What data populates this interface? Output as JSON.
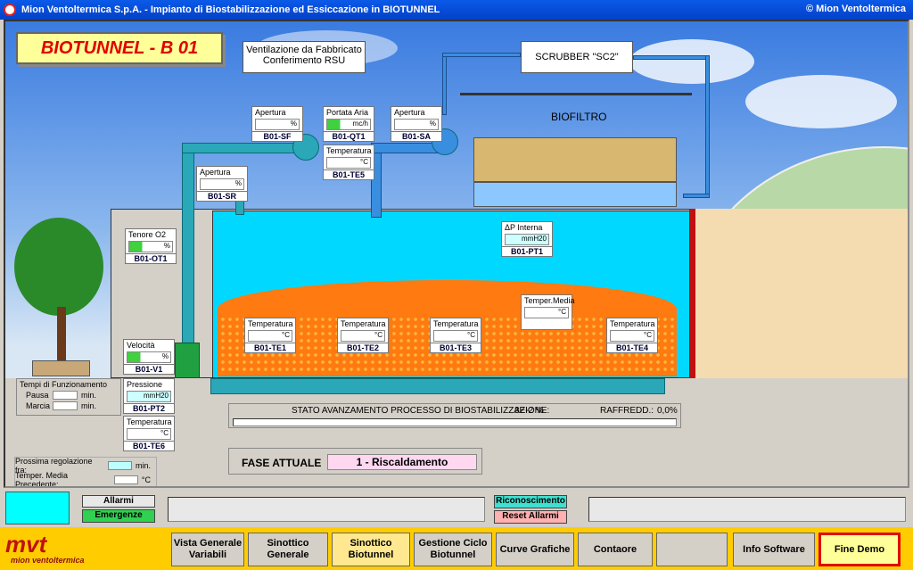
{
  "window": {
    "title": "Mion Ventoltermica S.p.A. - Impianto di Biostabilizzazione ed Essiccazione in BIOTUNNEL",
    "brand_right": "© Mion Ventoltermica"
  },
  "plant": {
    "title": "BIOTUNNEL - B 01",
    "ventilation_label": "Ventilazione da Fabbricato Conferimento RSU",
    "scrubber_label": "SCRUBBER \"SC2\"",
    "biofilter_label": "BIOFILTRO"
  },
  "instruments": {
    "sf": {
      "caption": "Apertura",
      "value": "%",
      "tag": "B01-SF"
    },
    "qt1": {
      "caption": "Portata Aria",
      "value": "mc/h",
      "tag": "B01-QT1"
    },
    "sa": {
      "caption": "Apertura",
      "value": "%",
      "tag": "B01-SA"
    },
    "te5": {
      "caption": "Temperatura",
      "value": "°C",
      "tag": "B01-TE5"
    },
    "sr": {
      "caption": "Apertura",
      "value": "%",
      "tag": "B01-SR"
    },
    "ot1": {
      "caption": "Tenore O2",
      "value": "%",
      "tag": "B01-OT1"
    },
    "pt1": {
      "caption": "ΔP Interna",
      "value": "mmH20",
      "tag": "B01-PT1"
    },
    "tmedia": {
      "caption": "Temper.Media",
      "value": "°C"
    },
    "te1": {
      "caption": "Temperatura",
      "value": "°C",
      "tag": "B01-TE1"
    },
    "te2": {
      "caption": "Temperatura",
      "value": "°C",
      "tag": "B01-TE2"
    },
    "te3": {
      "caption": "Temperatura",
      "value": "°C",
      "tag": "B01-TE3"
    },
    "te4": {
      "caption": "Temperatura",
      "value": "°C",
      "tag": "B01-TE4"
    },
    "v1": {
      "caption": "Velocità",
      "value": "%",
      "tag": "B01-V1"
    },
    "pt2": {
      "caption": "Pressione",
      "value": "mmH20",
      "tag": "B01-PT2"
    },
    "te6": {
      "caption": "Temperatura",
      "value": "°C",
      "tag": "B01-TE6"
    }
  },
  "timing": {
    "title": "Tempi di Funzionamento",
    "pausa": "Pausa",
    "marcia": "Marcia",
    "unit": "min."
  },
  "progress": {
    "label": "STATO AVANZAMENTO PROCESSO DI BIOSTABILIZZAZIONE:",
    "value": "3E-2 %",
    "raff_label": "RAFFREDD.:",
    "raff_value": "0,0%"
  },
  "phase": {
    "label": "FASE ATTUALE",
    "value": "1 - Riscaldamento"
  },
  "regulation": {
    "next_label": "Prossima regolazione fra:",
    "next_unit": "min.",
    "prev_label": "Temper. Media Precedente:",
    "prev_unit": "°C"
  },
  "alarms": {
    "allarmi": "Allarmi",
    "emergenze": "Emergenze",
    "riconoscimento": "Riconoscimento",
    "reset": "Reset Allarmi"
  },
  "logo": {
    "text": "mvt",
    "sub": "mion ventoltermica"
  },
  "nav": [
    "Vista Generale Variabili",
    "Sinottico Generale",
    "Sinottico Biotunnel",
    "Gestione Ciclo Biotunnel",
    "Curve Grafiche",
    "Contaore",
    "",
    "Info Software",
    "Fine Demo"
  ]
}
